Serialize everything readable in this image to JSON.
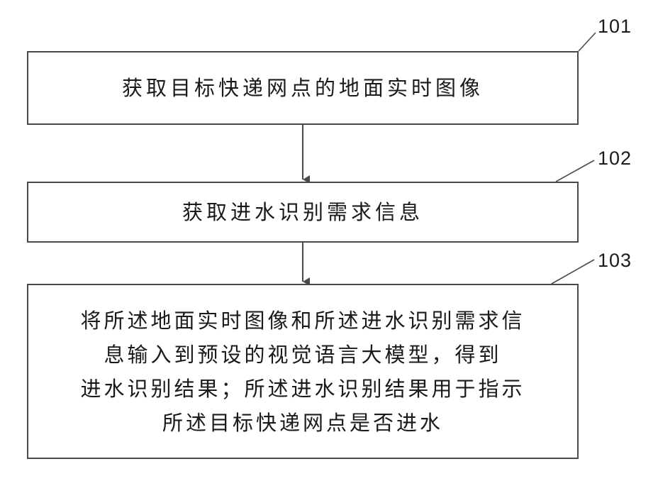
{
  "steps": [
    {
      "id": "101",
      "lines": [
        "获取目标快递网点的地面实时图像"
      ]
    },
    {
      "id": "102",
      "lines": [
        "获取进水识别需求信息"
      ]
    },
    {
      "id": "103",
      "lines": [
        "将所述地面实时图像和所述进水识别需求信",
        "息输入到预设的视觉语言大模型，得到",
        "进水识别结果；所述进水识别结果用于指示",
        "所述目标快递网点是否进水"
      ]
    }
  ],
  "colors": {
    "border": "#4a4a4a",
    "text": "#1a1a1a",
    "background": "#ffffff"
  }
}
